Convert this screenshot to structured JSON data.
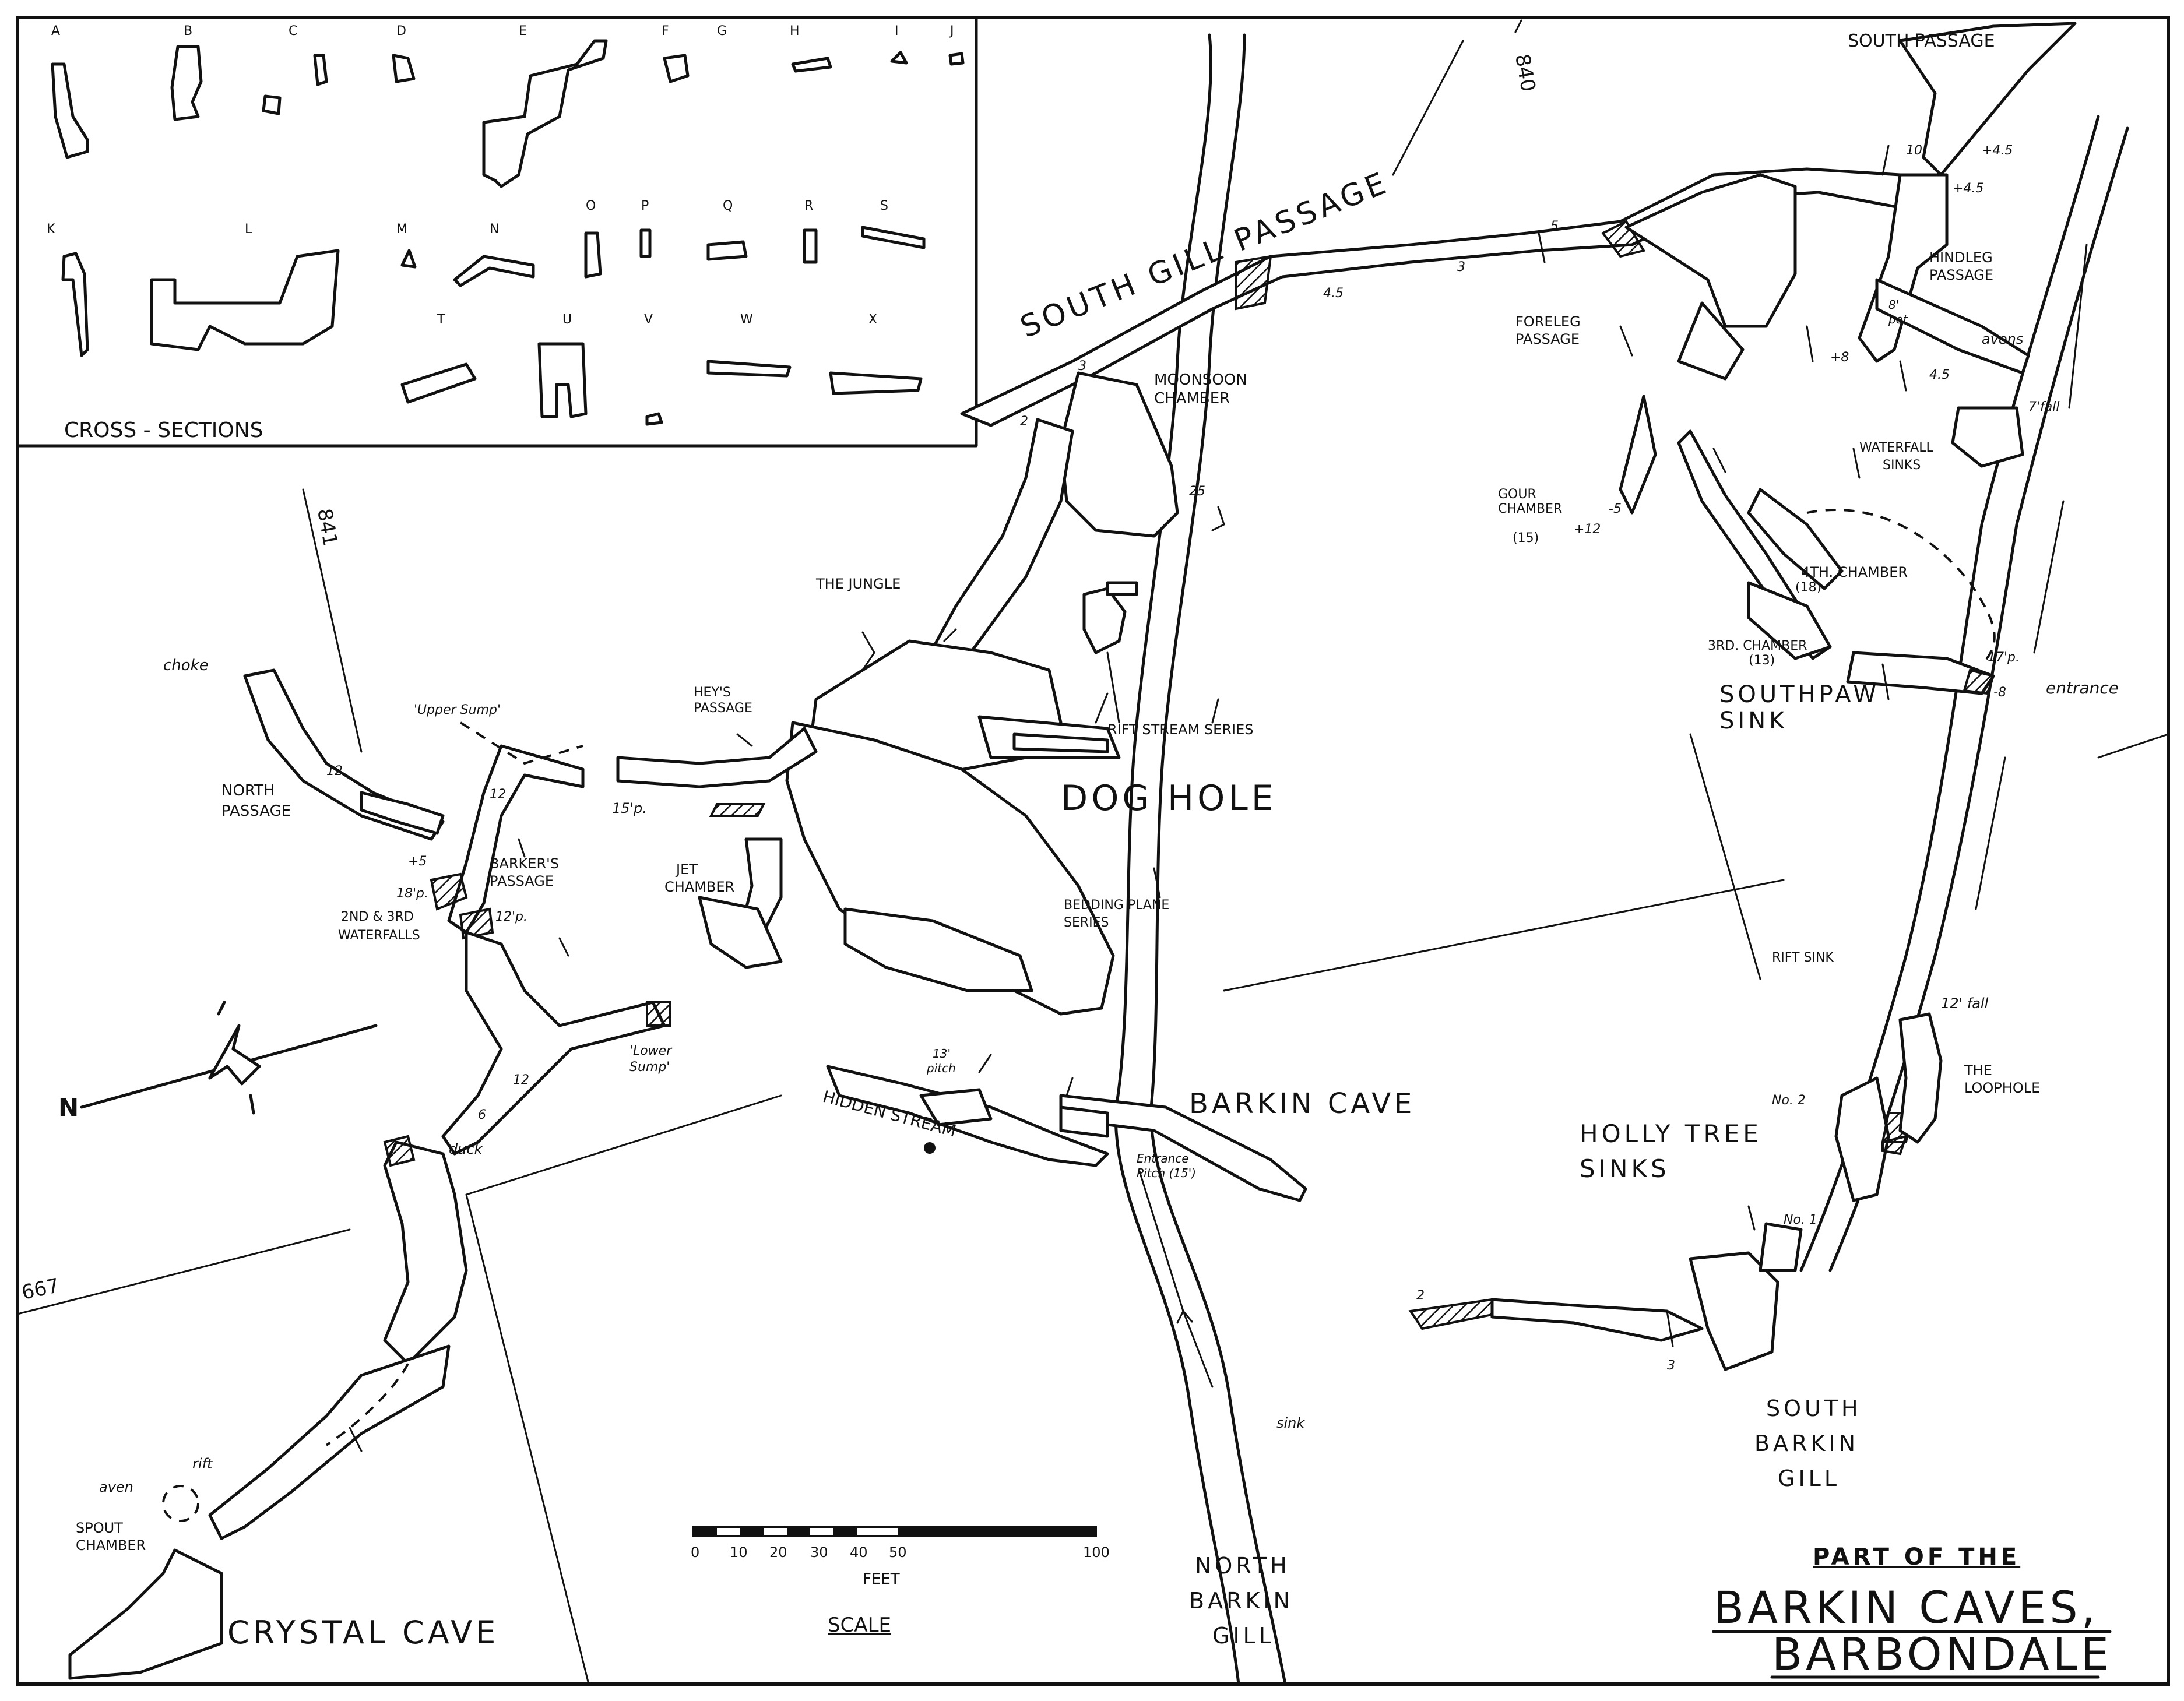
{
  "cross_sections": {
    "title": "CROSS - SECTIONS",
    "letters_row1": [
      "A",
      "B",
      "C",
      "D",
      "E",
      "F",
      "G",
      "H",
      "I",
      "J"
    ],
    "letters_row2": [
      "K",
      "L",
      "M",
      "N",
      "O",
      "P",
      "Q",
      "R",
      "S"
    ],
    "letters_row3": [
      "T",
      "U",
      "V",
      "W",
      "X"
    ]
  },
  "grid_labels": {
    "g840": "840",
    "g841": "841",
    "g667": "667"
  },
  "north_arrow": {
    "label": "N"
  },
  "caves": {
    "dog_hole": "DOG HOLE",
    "barkin_cave": "BARKIN CAVE",
    "crystal_cave": "CRYSTAL CAVE",
    "southpaw_sink_1": "SOUTHPAW",
    "southpaw_sink_2": "SINK",
    "holly_tree_1": "HOLLY TREE",
    "holly_tree_2": "SINKS"
  },
  "passages": {
    "south_gill": "SOUTH  GILL  PASSAGE",
    "south_passage": "SOUTH PASSAGE",
    "foreleg_1": "FORELEG",
    "foreleg_2": "PASSAGE",
    "hindleg_1": "HINDLEG",
    "hindleg_2": "PASSAGE",
    "moonsoon_1": "MOONSOON",
    "moonsoon_2": "CHAMBER",
    "jungle": "THE JUNGLE",
    "heys_1": "HEY'S",
    "heys_2": "PASSAGE",
    "rift_stream": "RIFT STREAM SERIES",
    "north_passage_1": "NORTH",
    "north_passage_2": "PASSAGE",
    "barkers_1": "BARKER'S",
    "barkers_2": "PASSAGE",
    "waterfalls_1": "2ND & 3RD",
    "waterfalls_2": "WATERFALLS",
    "jet_1": "JET",
    "jet_2": "CHAMBER",
    "bedding_1": "BEDDING PLANE",
    "bedding_2": "SERIES",
    "hidden_stream": "HIDDEN   STREAM",
    "gour_1": "GOUR",
    "gour_2": "CHAMBER",
    "gour_3": "(15)",
    "fourth_1": "4TH. CHAMBER",
    "fourth_2": "(18)",
    "third_1": "3RD. CHAMBER",
    "third_2": "(13)",
    "waterfall_sinks_1": "WATERFALL",
    "waterfall_sinks_2": "SINKS",
    "loophole_1": "THE",
    "loophole_2": "LOOPHOLE",
    "spout_1": "SPOUT",
    "spout_2": "CHAMBER",
    "rift_sink": "RIFT SINK"
  },
  "notes": {
    "choke": "choke",
    "upper_sump": "'Upper Sump'",
    "lower_sump_1": "'Lower",
    "lower_sump_2": "Sump'",
    "duck": "duck",
    "rift": "rift",
    "aven": "aven",
    "avens": "avens",
    "sink": "sink",
    "entrance": "entrance",
    "entrance_pitch_1": "Entrance",
    "entrance_pitch_2": "Pitch (15')",
    "pitch13_1": "13'",
    "pitch13_2": "pitch",
    "p15": "15'p.",
    "p18": "18'p.",
    "p12": "12'p.",
    "p17": "17'p.",
    "fall12": "12' fall",
    "tfall": "7'fall",
    "pot8_1": "8'",
    "pot8_2": "pot",
    "no1": "No. 1",
    "no2": "No. 2"
  },
  "spot_heights": [
    "+4.5",
    "+4.5",
    "+8",
    "4.5",
    "-5",
    "+12",
    "-8",
    "+5",
    "12",
    "12",
    "6",
    "5",
    "3",
    "2",
    "3",
    "25",
    "10",
    "4.5",
    "2",
    "12",
    "3"
  ],
  "gills": {
    "south_1": "SOUTH",
    "south_2": "BARKIN",
    "south_3": "GILL",
    "north_1": "NORTH",
    "north_2": "BARKIN",
    "north_3": "GILL"
  },
  "scale": {
    "ticks": [
      "0",
      "10",
      "20",
      "30",
      "40",
      "50",
      "100"
    ],
    "unit": "FEET",
    "label": "SCALE"
  },
  "title": {
    "line1": "PART OF THE",
    "line2": "BARKIN  CAVES,",
    "line3": "BARBONDALE"
  }
}
